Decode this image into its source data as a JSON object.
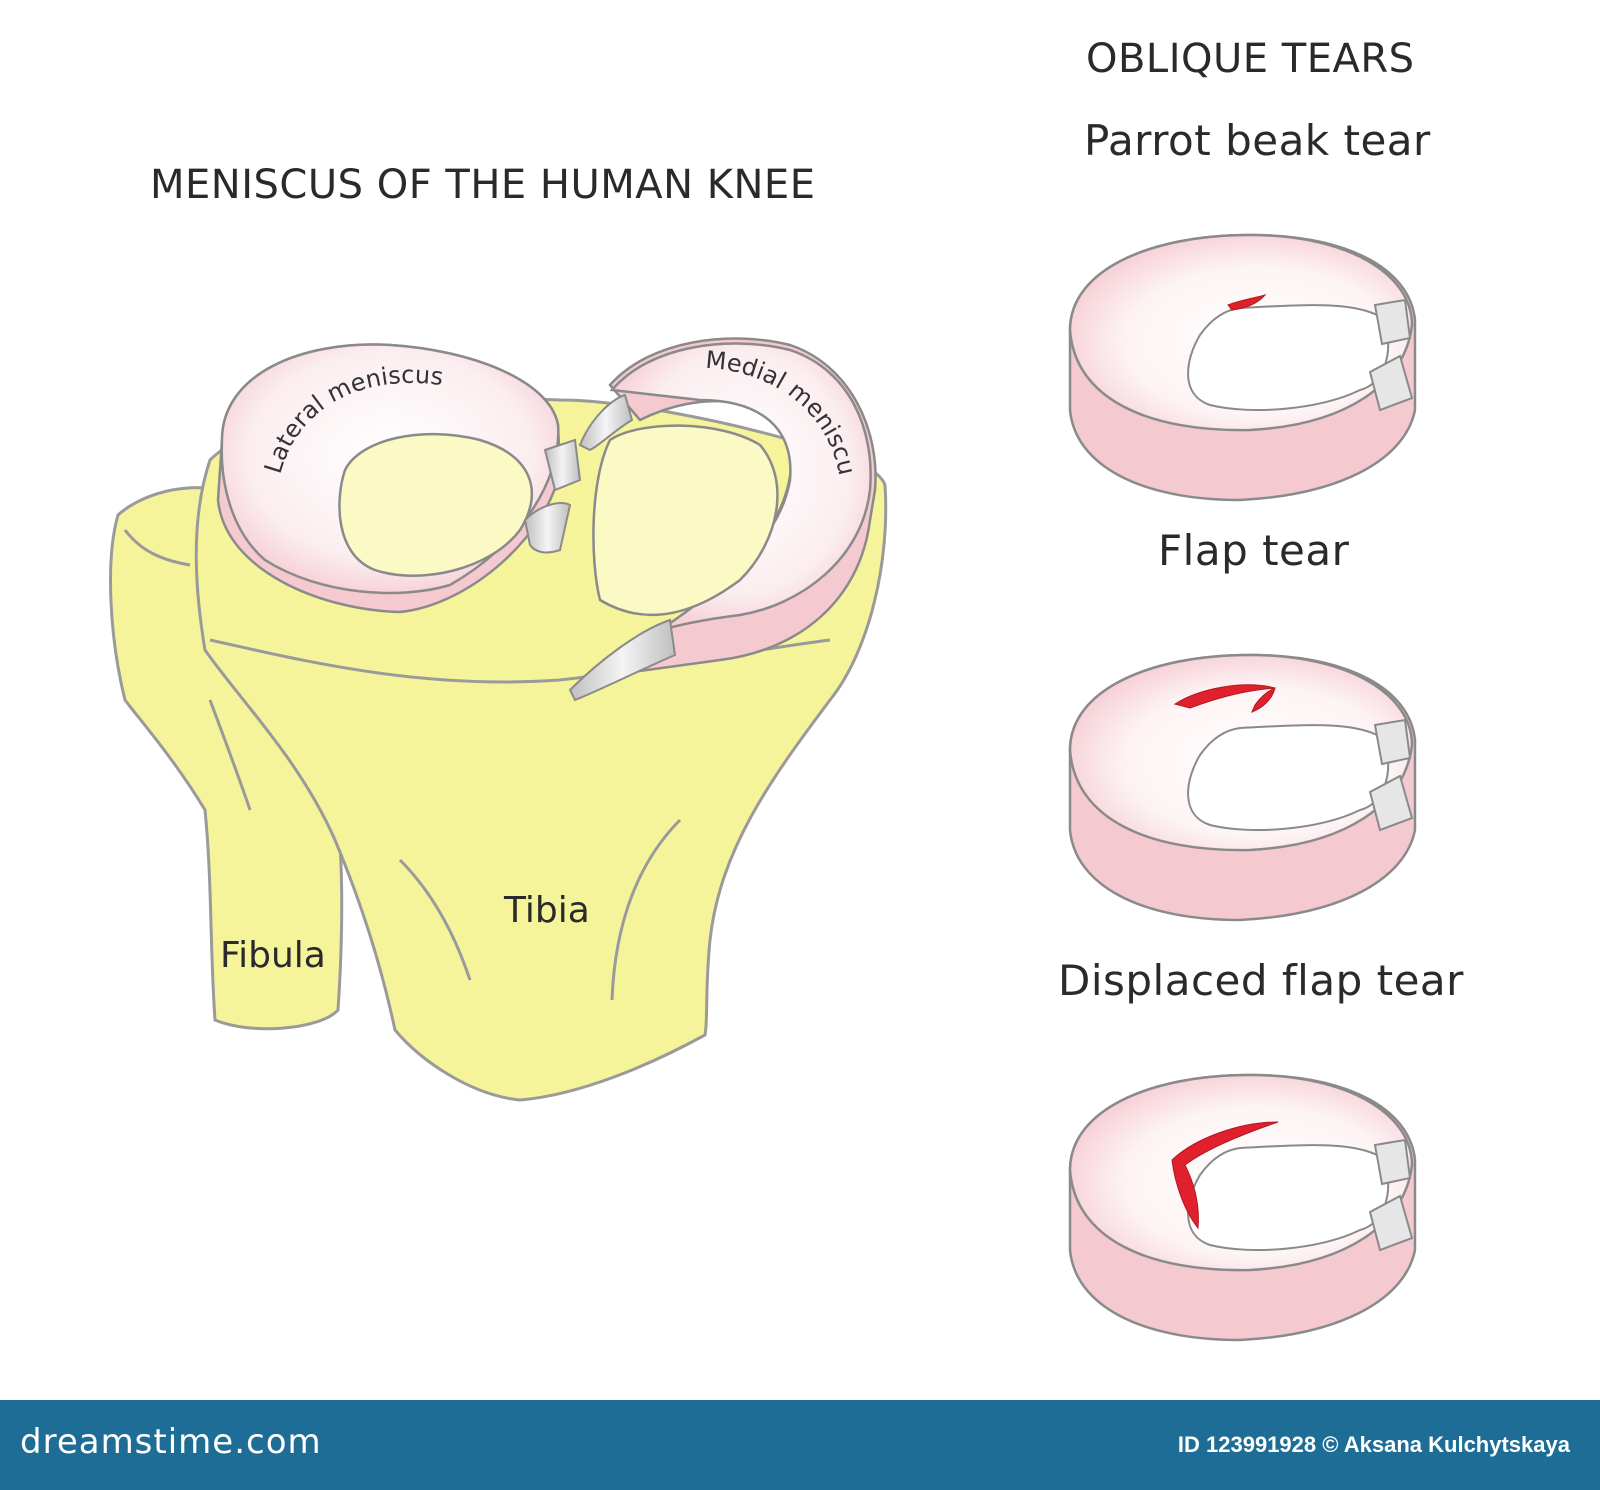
{
  "titles": {
    "main": "MENISCUS OF THE HUMAN KNEE",
    "tears": "OBLIQUE TEARS"
  },
  "tears": [
    {
      "label": "Parrot beak tear"
    },
    {
      "label": "Flap tear"
    },
    {
      "label": "Displaced flap tear"
    }
  ],
  "anatomy": {
    "lateral": "Lateral meniscus",
    "medial": "Medial meniscus",
    "tibia": "Tibia",
    "fibula": "Fibula"
  },
  "footer": {
    "site": "dreamstime.com",
    "credit": "ID 123991928 © Aksana Kulchytskaya"
  },
  "colors": {
    "bone": "#f6f49a",
    "meniscus": "#f9d7dc",
    "tear": "#e0202c",
    "footer": "#1e6d96"
  }
}
